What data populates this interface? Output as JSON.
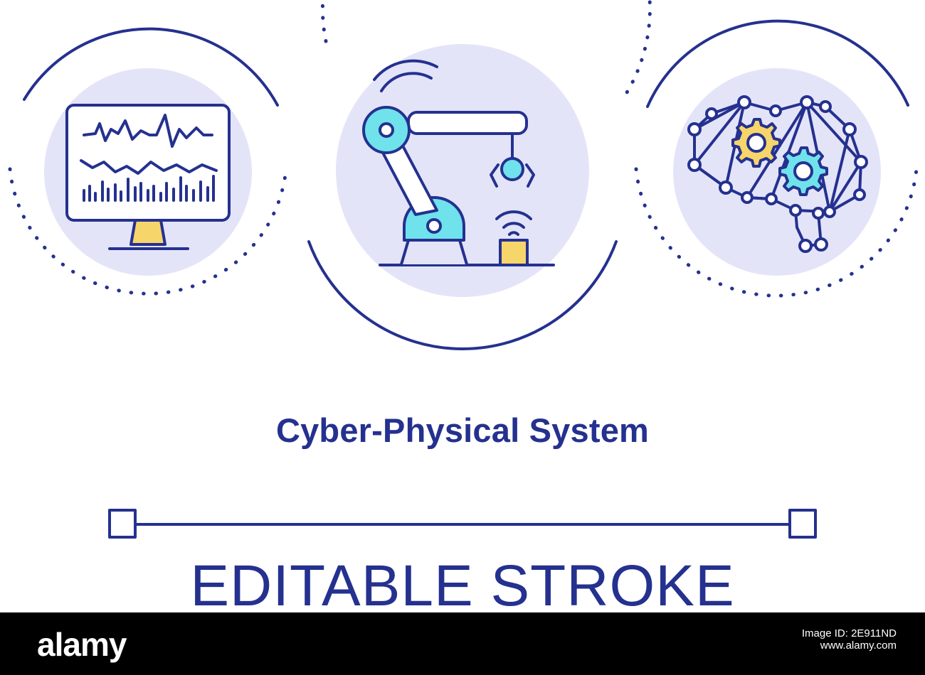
{
  "colors": {
    "primary": "#25318f",
    "circle_fill": "#e4e4f9",
    "accent_yellow": "#f6d56a",
    "accent_cyan": "#6fe2ec",
    "footer_bg": "#000000",
    "footer_text": "#ffffff"
  },
  "icons": [
    "monitor-chart-icon",
    "robotic-arm-icon",
    "ai-brain-gears-icon"
  ],
  "title": "Cyber-Physical System",
  "subtitle": "EDITABLE STROKE",
  "footer": {
    "brand": "alamy",
    "ref_label": "Image ID: 2E911ND",
    "ref_id": "2E911ND",
    "url": "www.alamy.com"
  }
}
